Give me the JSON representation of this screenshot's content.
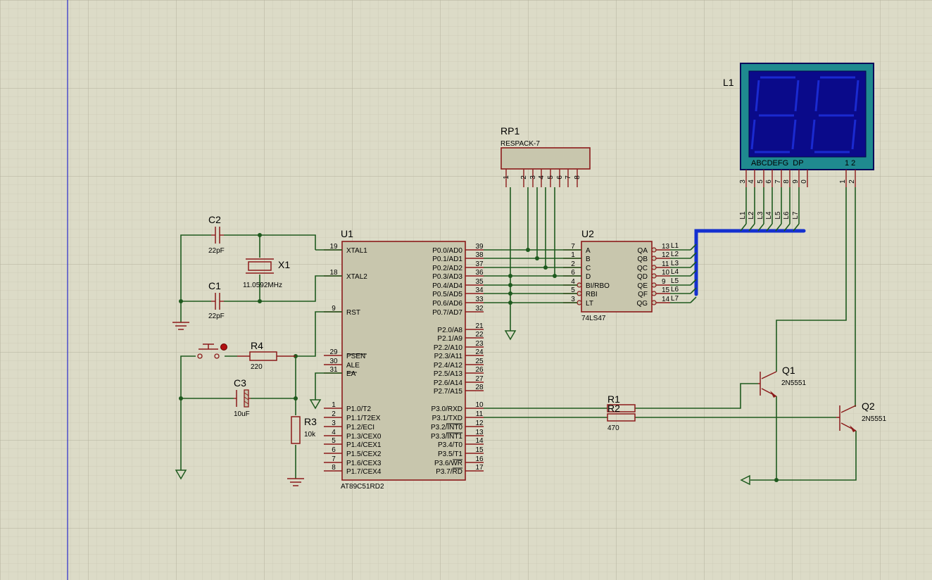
{
  "u1": {
    "ref": "U1",
    "part": "AT89C51RD2",
    "left_pins": [
      {
        "num": "19",
        "name": "XTAL1"
      },
      {
        "num": "18",
        "name": "XTAL2"
      },
      {
        "num": "9",
        "name": "RST"
      },
      {
        "num": "29",
        "name": "PSEN"
      },
      {
        "num": "30",
        "name": "ALE"
      },
      {
        "num": "31",
        "name": "EA"
      },
      {
        "num": "1",
        "name": "P1.0/T2"
      },
      {
        "num": "2",
        "name": "P1.1/T2EX"
      },
      {
        "num": "3",
        "name": "P1.2/ECI"
      },
      {
        "num": "4",
        "name": "P1.3/CEX0"
      },
      {
        "num": "5",
        "name": "P1.4/CEX1"
      },
      {
        "num": "6",
        "name": "P1.5/CEX2"
      },
      {
        "num": "7",
        "name": "P1.6/CEX3"
      },
      {
        "num": "8",
        "name": "P1.7/CEX4"
      }
    ],
    "right_pins": [
      {
        "num": "39",
        "name": "P0.0/AD0"
      },
      {
        "num": "38",
        "name": "P0.1/AD1"
      },
      {
        "num": "37",
        "name": "P0.2/AD2"
      },
      {
        "num": "36",
        "name": "P0.3/AD3"
      },
      {
        "num": "35",
        "name": "P0.4/AD4"
      },
      {
        "num": "34",
        "name": "P0.5/AD5"
      },
      {
        "num": "33",
        "name": "P0.6/AD6"
      },
      {
        "num": "32",
        "name": "P0.7/AD7"
      },
      {
        "num": "21",
        "name": "P2.0/A8"
      },
      {
        "num": "22",
        "name": "P2.1/A9"
      },
      {
        "num": "23",
        "name": "P2.2/A10"
      },
      {
        "num": "24",
        "name": "P2.3/A11"
      },
      {
        "num": "25",
        "name": "P2.4/A12"
      },
      {
        "num": "26",
        "name": "P2.5/A13"
      },
      {
        "num": "27",
        "name": "P2.6/A14"
      },
      {
        "num": "28",
        "name": "P2.7/A15"
      },
      {
        "num": "10",
        "name": "P3.0/RXD"
      },
      {
        "num": "11",
        "name": "P3.1/TXD"
      },
      {
        "num": "12",
        "name": "P3.2/INT0"
      },
      {
        "num": "13",
        "name": "P3.3/INT1"
      },
      {
        "num": "14",
        "name": "P3.4/T0"
      },
      {
        "num": "15",
        "name": "P3.5/T1"
      },
      {
        "num": "16",
        "name": "P3.6/WR"
      },
      {
        "num": "17",
        "name": "P3.7/RD"
      }
    ]
  },
  "u2": {
    "ref": "U2",
    "part": "74LS47",
    "left_pins": [
      {
        "num": "7",
        "name": "A"
      },
      {
        "num": "1",
        "name": "B"
      },
      {
        "num": "2",
        "name": "C"
      },
      {
        "num": "6",
        "name": "D"
      },
      {
        "num": "4",
        "name": "BI/RBO"
      },
      {
        "num": "5",
        "name": "RBI"
      },
      {
        "num": "3",
        "name": "LT"
      }
    ],
    "right_pins": [
      {
        "num": "13",
        "name": "QA",
        "net": "L1"
      },
      {
        "num": "12",
        "name": "QB",
        "net": "L2"
      },
      {
        "num": "11",
        "name": "QC",
        "net": "L3"
      },
      {
        "num": "10",
        "name": "QD",
        "net": "L4"
      },
      {
        "num": "9",
        "name": "QE",
        "net": "L5"
      },
      {
        "num": "15",
        "name": "QF",
        "net": "L6"
      },
      {
        "num": "14",
        "name": "QG",
        "net": "L7"
      }
    ]
  },
  "rp1": {
    "ref": "RP1",
    "part": "RESPACK-7",
    "pins": [
      "1",
      "2",
      "3",
      "4",
      "5",
      "6",
      "7",
      "8"
    ]
  },
  "display": {
    "ref": "L1",
    "segments_label": "ABCDEFG  DP",
    "digits_label": "1 2",
    "seg_pins": [
      "3",
      "4",
      "5",
      "6",
      "7",
      "8",
      "9",
      "0"
    ],
    "com_pins": [
      "1",
      "2"
    ],
    "nets": [
      "L1",
      "L2",
      "L3",
      "L4",
      "L5",
      "L6",
      "L7"
    ],
    "panel_color": "#0a0a8a",
    "bezel_color": "#1f8a8f"
  },
  "c1": {
    "ref": "C1",
    "value": "22pF"
  },
  "c2": {
    "ref": "C2",
    "value": "22pF"
  },
  "c3": {
    "ref": "C3",
    "value": "10uF"
  },
  "x1": {
    "ref": "X1",
    "value": "11.0592MHz"
  },
  "r1": {
    "ref": "R1",
    "value": ""
  },
  "r2": {
    "ref": "R2",
    "value": "470"
  },
  "r3": {
    "ref": "R3",
    "value": "10k"
  },
  "r4": {
    "ref": "R4",
    "value": "220"
  },
  "q1": {
    "ref": "Q1",
    "part": "2N5551"
  },
  "q2": {
    "ref": "Q2",
    "part": "2N5551"
  },
  "colors": {
    "background": "#dcdbc7",
    "grid": "#c4c3ae",
    "wire": "#1e5a1e",
    "component": "#8b1a1a",
    "bus": "#1430d0",
    "margin_line": "#2a2acc"
  }
}
